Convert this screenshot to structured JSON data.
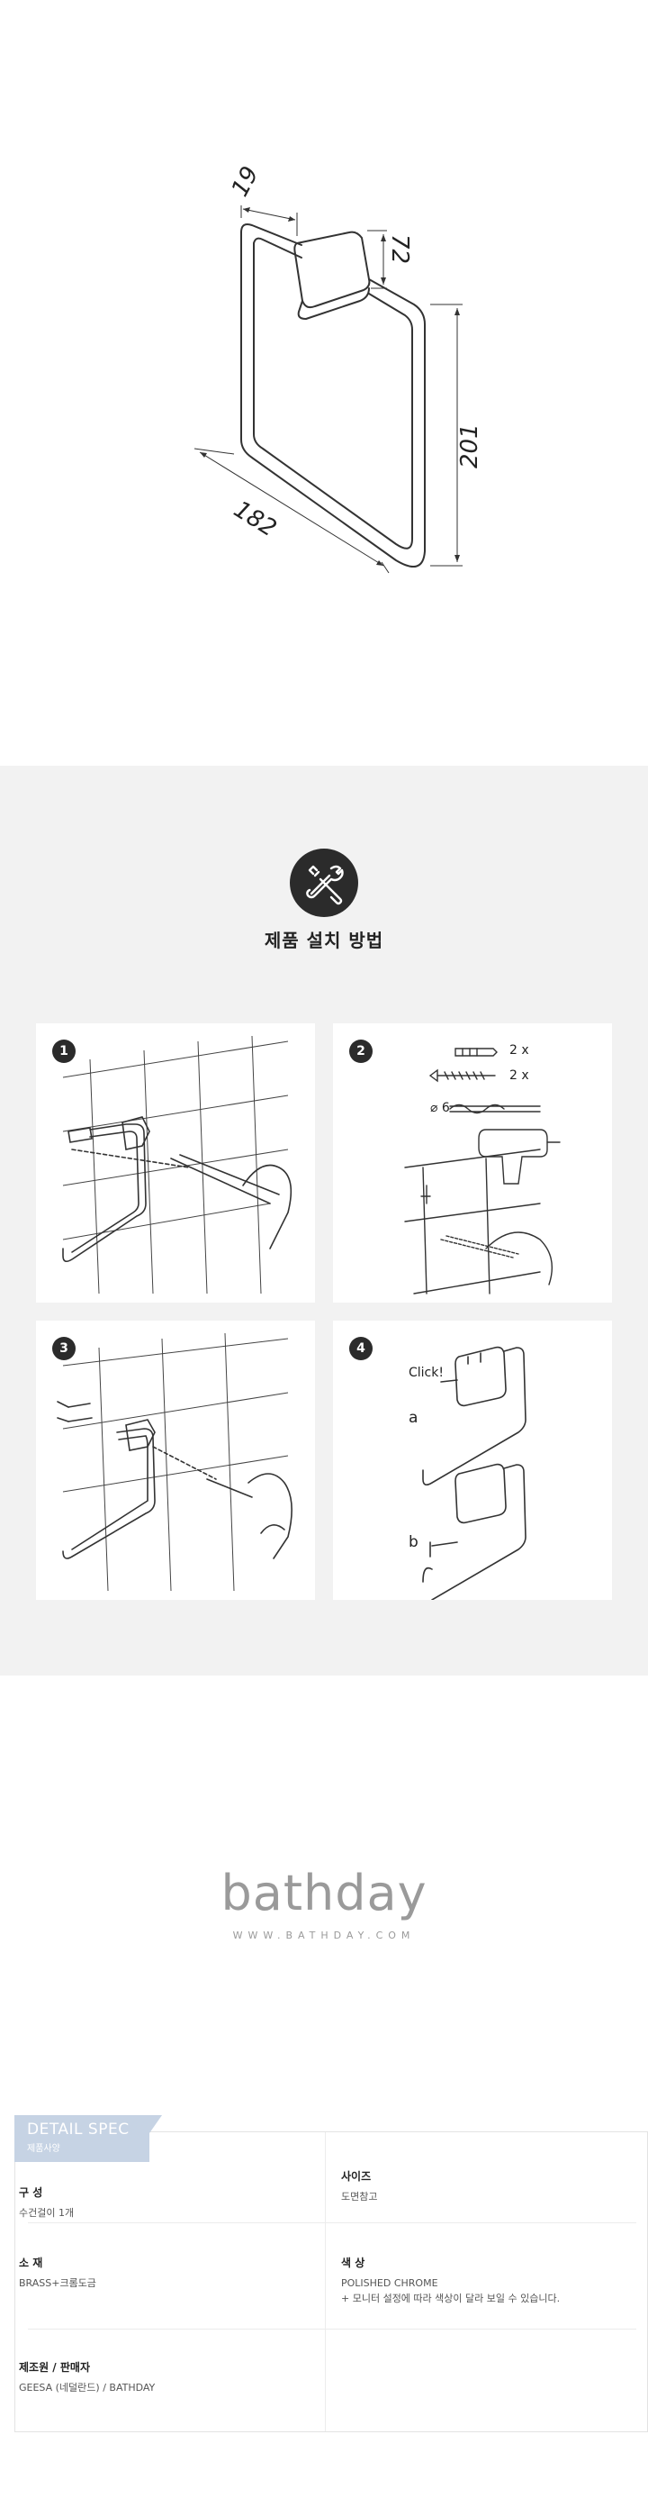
{
  "dimensions": {
    "depth": "19",
    "width": "182",
    "height": "201",
    "plate": "72"
  },
  "install": {
    "title": "제품 설치 방법",
    "icon": "wrench-screwdriver-icon",
    "steps": [
      {
        "num": "1"
      },
      {
        "num": "2",
        "qty_1": "2 x",
        "qty_2": "2 x",
        "drill": "⌀ 6"
      },
      {
        "num": "3"
      },
      {
        "num": "4",
        "click": "Click!",
        "a": "a",
        "b": "b"
      }
    ]
  },
  "logo": {
    "brand": "bathday",
    "url": "WWW.BATHDAY.COM"
  },
  "spec": {
    "tag_title": "DETAIL SPEC",
    "tag_sub": "제품사양",
    "rows": [
      {
        "label": "구 성",
        "value": "수건걸이 1개"
      },
      {
        "label": "사이즈",
        "value": "도면참고"
      },
      {
        "label": "소 재",
        "value": "BRASS+크롬도금"
      },
      {
        "label": "색 상",
        "value": "POLISHED CHROME",
        "note": "+ 모니터 설정에 따라 색상이 달라 보일 수 있습니다."
      },
      {
        "label": "제조원 / 판매자",
        "value": "GEESA (네덜란드) / BATHDAY"
      }
    ]
  },
  "colors": {
    "install_bg": "#f2f2f2",
    "icon_bg": "#2b2b2b",
    "spec_tag": "#c6d3e4",
    "logo_gray": "#9a9a9a"
  }
}
